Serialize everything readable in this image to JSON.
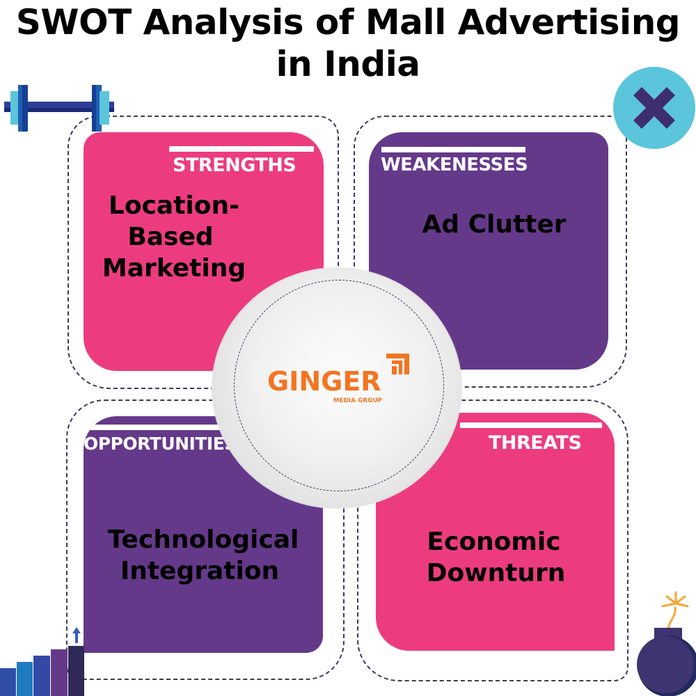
{
  "title": {
    "line1": "SWOT Analysis of Mall Advertising",
    "line2": "in India"
  },
  "colors": {
    "pink": "#ec3c7f",
    "purple": "#65398a",
    "logo_orange": "#f47421",
    "dashed_frame": "#3b3a5e",
    "close_circle": "#5bc5dc",
    "close_x": "#3d2f6e"
  },
  "quadrants": {
    "strengths": {
      "label": "STRENGTHS",
      "text_lines": [
        "Location-",
        "Based",
        "Marketing"
      ],
      "color": "#ec3c7f"
    },
    "weaknesses": {
      "label": "WEAKENESSES",
      "text_lines": [
        "Ad Clutter"
      ],
      "color": "#65398a"
    },
    "opportunities": {
      "label": "OPPORTUNITIES",
      "text_lines": [
        "Technological",
        "Integration"
      ],
      "color": "#65398a"
    },
    "threats": {
      "label": "THREATS",
      "text_lines": [
        "Economic",
        "Downturn"
      ],
      "color": "#ec3c7f"
    }
  },
  "logo": {
    "name": "GINGER",
    "subtitle": "MEDIA GROUP"
  },
  "icons": {
    "top_left": "dumbbell-icon",
    "top_right": "close-x-icon",
    "bottom_left": "growth-bar-chart-icon",
    "bottom_right": "bomb-icon"
  }
}
